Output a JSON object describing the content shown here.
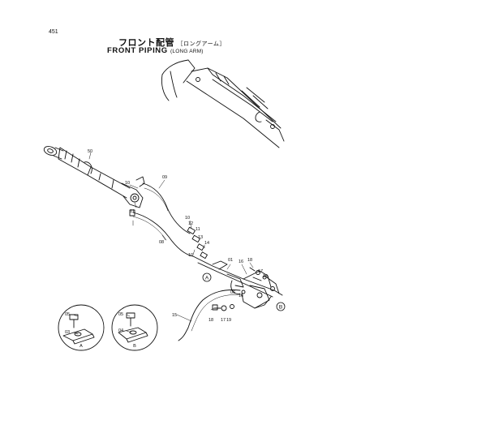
{
  "page": {
    "number": "451"
  },
  "title": {
    "jp_main": "フロント配管",
    "jp_sub": "［ロングアーム］",
    "en_main": "FRONT PIPING",
    "en_sub": "(LONG ARM)"
  },
  "callouts": {
    "c50": "50",
    "c09": "09",
    "c10a": "10",
    "c11a": "11",
    "c10b": "10",
    "c12": "12",
    "c11b": "11",
    "c13": "13",
    "c14": "14",
    "c08": "08",
    "c10c": "10",
    "c01": "01",
    "c16a": "16",
    "c18": "18",
    "c17a": "17",
    "c19a": "19",
    "c06": "06",
    "c16b": "16",
    "c18b": "18",
    "c17b": "17",
    "c19b": "19",
    "c15": "15",
    "c05a": "05",
    "c03": "03",
    "c05b": "05",
    "c04": "04"
  },
  "markers": {
    "a": "A",
    "b": "B",
    "a_detail": "A",
    "b_detail": "B"
  }
}
